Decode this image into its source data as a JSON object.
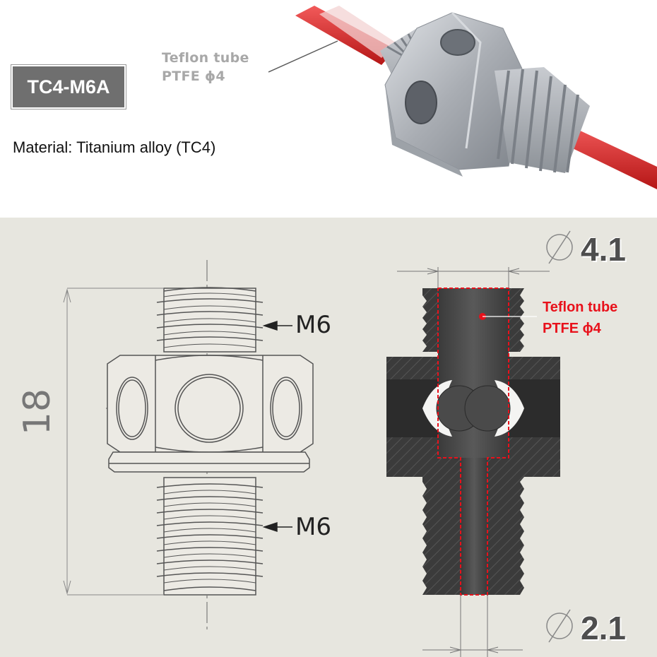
{
  "product": {
    "model": "TC4-M6A",
    "material": "Material: Titanium alloy (TC4)"
  },
  "photo_callout": {
    "line1": "Teflon tube",
    "line2": "PTFE ϕ4"
  },
  "drawing": {
    "height_dimension": "18",
    "thread_top": "M6",
    "thread_bottom": "M6",
    "bore_large_diameter": "4.1",
    "bore_small_diameter": "2.1",
    "section_callout_line1": "Teflon tube",
    "section_callout_line2": "PTFE ϕ4"
  },
  "colors": {
    "callout_red": "#e8111b",
    "tube_red": "#d41c1c",
    "metal": "#b9bcc0",
    "section_fill": "#3b3b3b",
    "drawing_background": "#e7e6df",
    "badge": "#6f6f6f"
  }
}
